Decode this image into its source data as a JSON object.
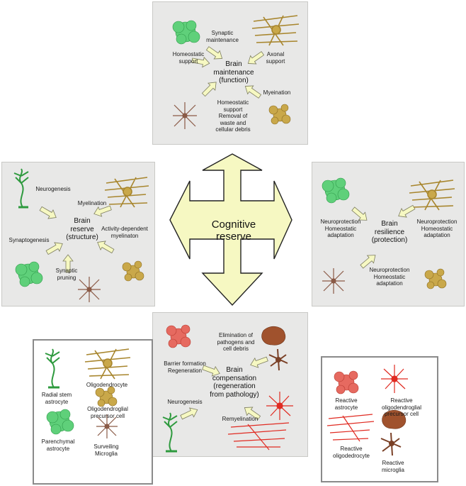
{
  "center": {
    "title": "Cognitive\nreserve"
  },
  "maintenance": {
    "title": "Brain\nmaintenance\n(function)",
    "labels": {
      "synaptic": "Synaptic\nmaintenance",
      "homeostatic": "Homeostatic\nsupport",
      "axonal": "Axonal\nsupport",
      "myelination": "Myeination",
      "removal": "Homeostatic\nsupport\nRemoval of\nwaste and\ncellular debris"
    }
  },
  "reserve": {
    "title": "Brain\nreserve\n(structure)",
    "labels": {
      "neurogenesis": "Neurogenesis",
      "myelination": "Myelination",
      "synaptogenesis": "Synaptogenesis",
      "activity": "Activity-dependent\nmyelinaton",
      "pruning": "Synaptic\npruning"
    }
  },
  "resilience": {
    "title": "Brain\nresilience\n(protection)",
    "labels": {
      "left": "Neuroprotection\nHomeostatic\nadaptation",
      "right": "Neuroprotection\nHomeostatic\nadaptation",
      "bottom": "Neuroprotection\nHomeostatic\nadaptation"
    }
  },
  "compensation": {
    "title": "Brain\ncompensation\n(regeneration\nfrom pathology)",
    "labels": {
      "elimination": "Elimination of\npathogens and\ncell debris",
      "barrier": "Barrier formation\nRegeneration",
      "neurogenesis": "Neurogenesis",
      "remyelination": "Remyelination"
    }
  },
  "legend_left": {
    "items": [
      "Radial stem\nastrocyte",
      "Oligodendrocyte",
      "Oligodendroglial\nprecursor cell",
      "Parenchymal\nastrocyte",
      "Surveiling\nMicroglia"
    ]
  },
  "legend_right": {
    "items": [
      "Reactive\nastrocyte",
      "Reactive\noligodendroglial\nprecursor cell",
      "Reactive\noligodedrocyte",
      "Reactive\nmicroglia"
    ]
  },
  "colors": {
    "panel": "#e8e8e7",
    "arrow_fill": "#f6f8c2",
    "astrocyte_green": "#5fd07a",
    "oligo_gold": "#c9a84a",
    "microglia_brown": "#8a5a46",
    "reactive_red": "#e0453a",
    "reactive_microglia": "#a0522d"
  }
}
